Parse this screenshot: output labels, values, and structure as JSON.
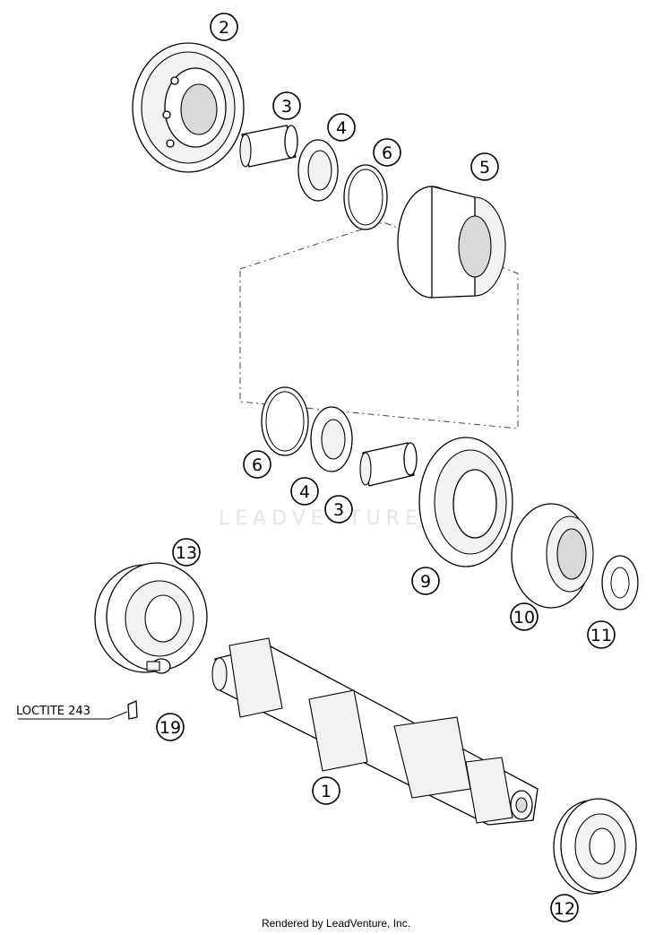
{
  "watermark_text": "LEADVENTURE",
  "note": {
    "loctite_label": "LOCTITE 243"
  },
  "footer": {
    "credit": "Rendered by LeadVenture, Inc."
  },
  "callouts": {
    "c2": "2",
    "c3a": "3",
    "c4a": "4",
    "c6a": "6",
    "c5": "5",
    "c6b": "6",
    "c4b": "4",
    "c3b": "3",
    "c9": "9",
    "c10": "10",
    "c11": "11",
    "c13": "13",
    "c19": "19",
    "c1": "1",
    "c12": "12"
  }
}
